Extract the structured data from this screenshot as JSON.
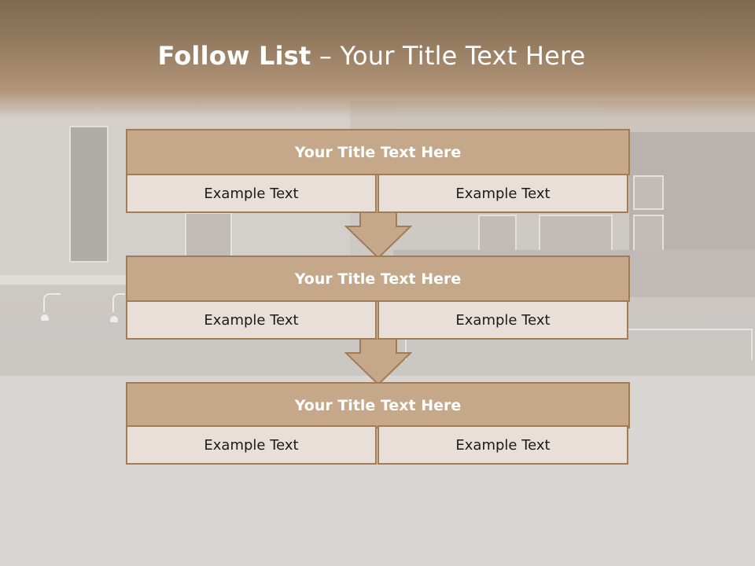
{
  "slide": {
    "title_bold": "Follow List",
    "title_rest": " – Your Title Text Here"
  },
  "steps": [
    {
      "title": "Your Title Text Here",
      "left": "Example Text",
      "right": "Example Text"
    },
    {
      "title": "Your Title Text Here",
      "left": "Example Text",
      "right": "Example Text"
    },
    {
      "title": "Your Title Text Here",
      "left": "Example Text",
      "right": "Example Text"
    }
  ],
  "colors": {
    "header": "#937a5f",
    "box_title": "#c5a889",
    "box_border": "#a27c57",
    "cell_fill": "#e7dfd8",
    "arrow_fill": "#c5a889",
    "background": "#d9d5d2"
  },
  "icons": {
    "connector": "down-arrow-icon"
  }
}
